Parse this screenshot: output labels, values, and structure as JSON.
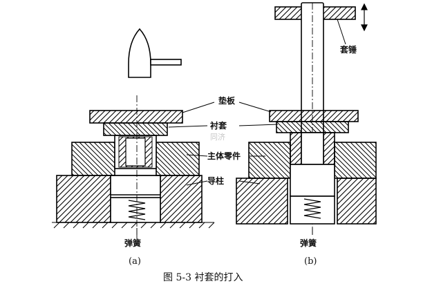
{
  "labels": {
    "dianban": "垫板",
    "chentao": "衬套",
    "zhuti_lingjian": "主体零件",
    "daozhu": "导柱",
    "tanhuang_a": "弹簧",
    "tanhuang_b": "弹簧",
    "taochui": "套锤"
  },
  "subfig": {
    "a": "(a)",
    "b": "(b)"
  },
  "watermark": "同济",
  "caption": "图 5-3   衬套的打入"
}
